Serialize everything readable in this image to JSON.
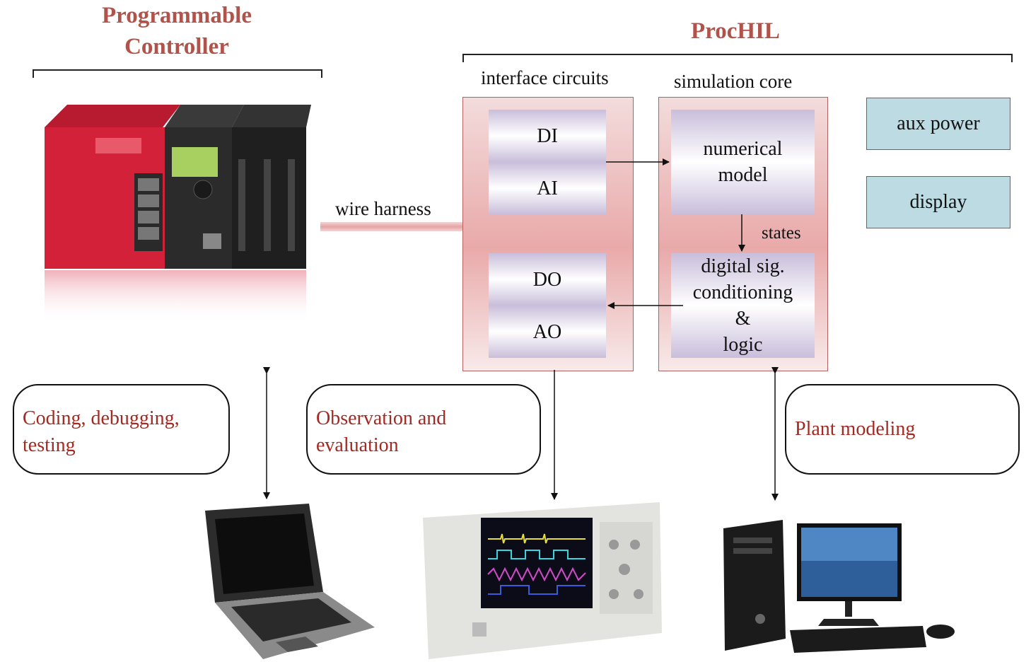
{
  "plc": {
    "title_line1": "Programmable",
    "title_line2": "Controller"
  },
  "prochil": {
    "title": "ProcHIL"
  },
  "interface": {
    "label": "interface circuits",
    "inputs": [
      "DI",
      "AI"
    ],
    "outputs": [
      "DO",
      "AO"
    ]
  },
  "sim": {
    "label": "simulation core",
    "model_line1": "numerical",
    "model_line2": "model",
    "states": "states",
    "dsp_line1": "digital sig.",
    "dsp_line2": "conditioning",
    "dsp_line3": "&",
    "dsp_line4": "logic"
  },
  "aux": {
    "power": "aux power",
    "display": "display"
  },
  "wire": {
    "label": "wire harness"
  },
  "bubbles": {
    "coding_line1": "Coding, debugging,",
    "coding_line2": "testing",
    "observation_line1": "Observation and",
    "observation_line2": "evaluation",
    "plant": "Plant modeling"
  },
  "colors": {
    "title": "#b0534b",
    "bubble_text": "#a22a22",
    "aux_fill": "#bcdbe3",
    "plc_red": "#d4213a"
  }
}
